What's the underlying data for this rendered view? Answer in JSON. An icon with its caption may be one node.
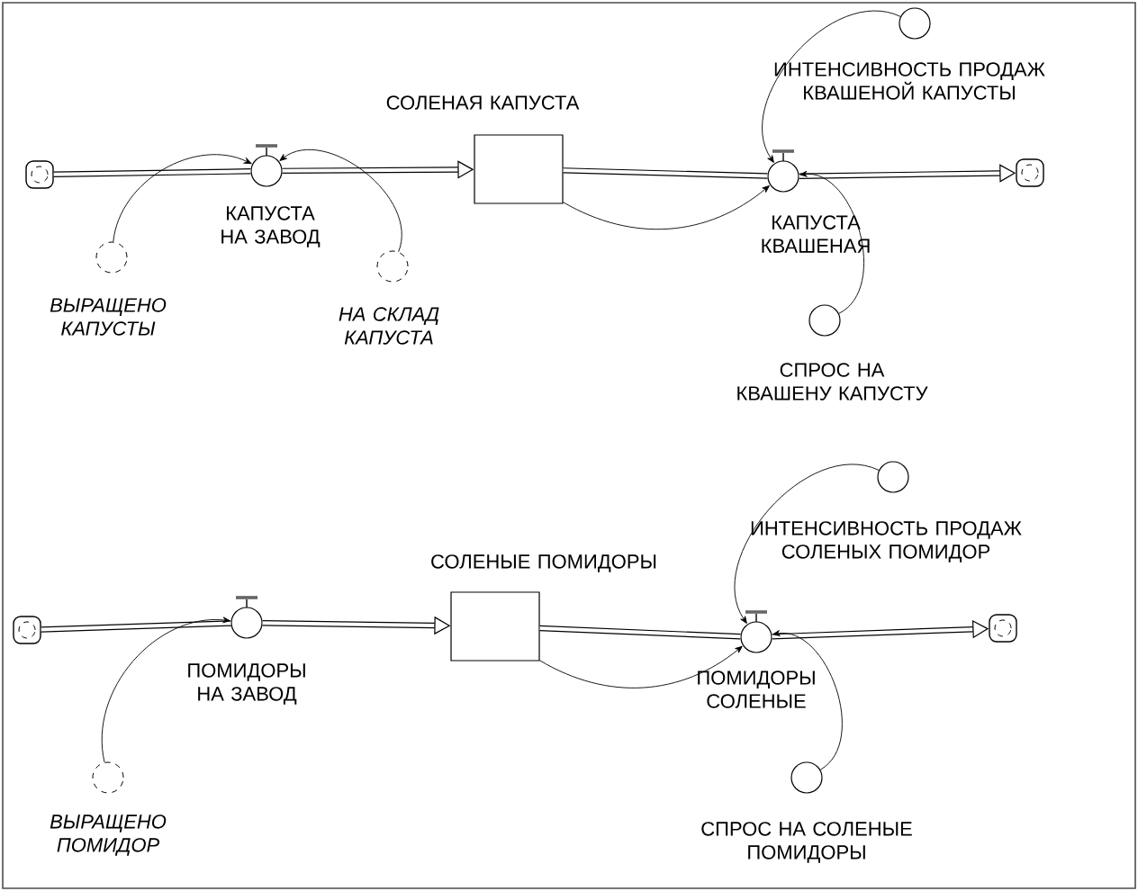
{
  "diagram": {
    "nodes": [
      {
        "text": [],
        "shape": "cloud"
      },
      {
        "text": [
          "КАПУСТА НА ЗАВОД"
        ]
      },
      {
        "text": [
          "ВЫРАЩЕНО КАПУСТЫ"
        ]
      },
      {
        "text": [
          "НА СКЛАД КАПУСТА"
        ]
      },
      {
        "text": [
          "СОЛЕНАЯ КАПУСТА"
        ]
      },
      {
        "text": [
          "КАПУСТА КВАШЕНАЯ"
        ]
      },
      {
        "text": [
          "ИНТЕНСИВНОСТЬ ПРОДАЖ КВАШЕНОЙ КАПУСТЫ"
        ]
      },
      {
        "text": [
          "СПРОС НА КВАШЕНУ КАПУСТУ"
        ]
      },
      {
        "text": [],
        "shape": "cloud"
      },
      {
        "text": [],
        "shape": "cloud"
      },
      {
        "text": [
          "ПОМИДОРЫ НА ЗАВОД"
        ]
      },
      {
        "text": [
          "ВЫРАЩЕНО ПОМИДОР"
        ]
      },
      {
        "text": [
          "СОЛЕНЫЕ ПОМИДОРЫ"
        ]
      },
      {
        "text": [
          "ПОМИДОРЫ СОЛЕНЫЕ"
        ]
      },
      {
        "text": [
          "ИНТЕНСИВНОСТЬ ПРОДАЖ СОЛЕНЫХ ПОМИДОР"
        ]
      },
      {
        "text": [
          "СПРОС НА СОЛЕНЫЕ ПОМИДОРЫ"
        ]
      },
      {
        "text": [],
        "shape": "cloud"
      }
    ],
    "edges": [
      {
        "from": 0,
        "to": 1,
        "arrow": "none",
        "style": "thick"
      },
      {
        "from": 1,
        "to": 4,
        "arrow": "to",
        "style": "thick"
      },
      {
        "from": 4,
        "to": 5,
        "arrow": "none",
        "style": "thick"
      },
      {
        "from": 5,
        "to": 8,
        "arrow": "to",
        "style": "thick"
      },
      {
        "from": 2,
        "to": 1,
        "arrow": "to"
      },
      {
        "from": 3,
        "to": 1,
        "arrow": "to"
      },
      {
        "from": 4,
        "to": 5,
        "arrow": "to"
      },
      {
        "from": 6,
        "to": 5,
        "arrow": "to"
      },
      {
        "from": 7,
        "to": 5,
        "arrow": "to"
      },
      {
        "from": 9,
        "to": 10,
        "arrow": "none",
        "style": "thick"
      },
      {
        "from": 10,
        "to": 12,
        "arrow": "to",
        "style": "thick"
      },
      {
        "from": 12,
        "to": 13,
        "arrow": "none",
        "style": "thick"
      },
      {
        "from": 13,
        "to": 16,
        "arrow": "to",
        "style": "thick"
      },
      {
        "from": 11,
        "to": 10,
        "arrow": "to"
      },
      {
        "from": 12,
        "to": 13,
        "arrow": "to"
      },
      {
        "from": 14,
        "to": 13,
        "arrow": "to"
      },
      {
        "from": 15,
        "to": 13,
        "arrow": "to"
      }
    ]
  }
}
